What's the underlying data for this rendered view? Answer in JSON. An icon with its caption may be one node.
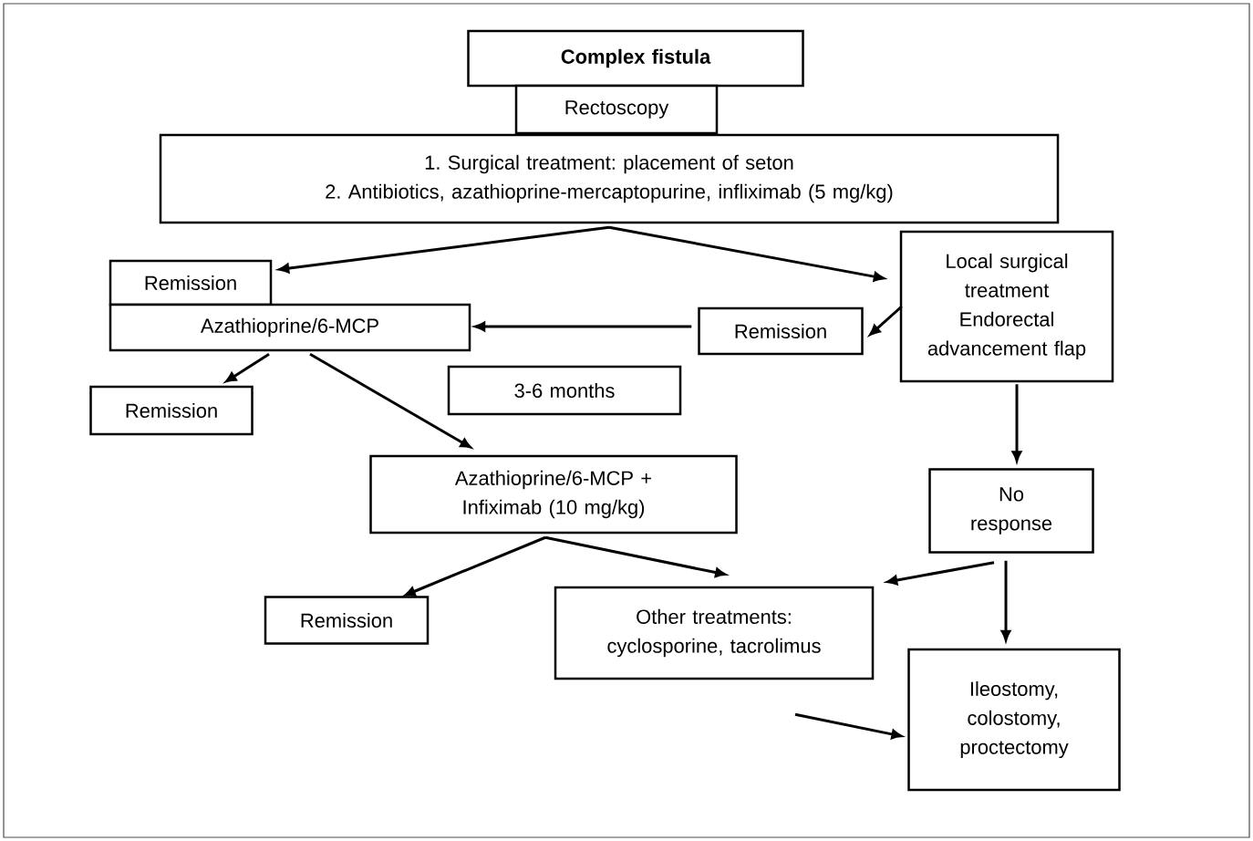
{
  "diagram": {
    "nodes": [
      {
        "text": [
          "Complex fistula"
        ]
      },
      {
        "text": [
          "Rectoscopy"
        ]
      },
      {
        "text": [
          "1. Surgical treatment: placement of seton",
          "2. Antibiotics, azathioprine-mercaptopurine, infliximab (5 mg/kg)"
        ]
      },
      {
        "text": [
          "Remission"
        ]
      },
      {
        "text": [
          "Azathioprine/6-MCP"
        ]
      },
      {
        "text": [
          "Local surgical treatment",
          "Endorectal advancement flap"
        ]
      },
      {
        "text": [
          "Remission"
        ]
      },
      {
        "text": [
          "Remission"
        ]
      },
      {
        "text": [
          "3-6 months"
        ]
      },
      {
        "text": [
          "Azathioprine/6-MCP + Infiximab (10 mg/kg)"
        ]
      },
      {
        "text": [
          "No response"
        ]
      },
      {
        "text": [
          "Remission"
        ]
      },
      {
        "text": [
          "Other treatments: cyclosporine, tacrolimus"
        ]
      },
      {
        "text": [
          "Ileostomy, colostomy, proctectomy"
        ]
      }
    ],
    "edges": [
      {
        "from": 2,
        "to": 3,
        "arrow": "to"
      },
      {
        "from": 2,
        "to": 5,
        "arrow": "to"
      },
      {
        "from": 5,
        "to": 6,
        "arrow": "to"
      },
      {
        "from": 6,
        "to": 4,
        "arrow": "to"
      },
      {
        "from": 4,
        "to": 7,
        "arrow": "to"
      },
      {
        "from": 4,
        "to": 9,
        "arrow": "to"
      },
      {
        "from": 9,
        "to": 11,
        "arrow": "to"
      },
      {
        "from": 9,
        "to": 12,
        "arrow": "to"
      },
      {
        "from": 5,
        "to": 10,
        "arrow": "to"
      },
      {
        "from": 10,
        "to": 12,
        "arrow": "to"
      },
      {
        "from": 10,
        "to": 13,
        "arrow": "to"
      },
      {
        "from": 12,
        "to": 13,
        "arrow": "to"
      }
    ]
  }
}
